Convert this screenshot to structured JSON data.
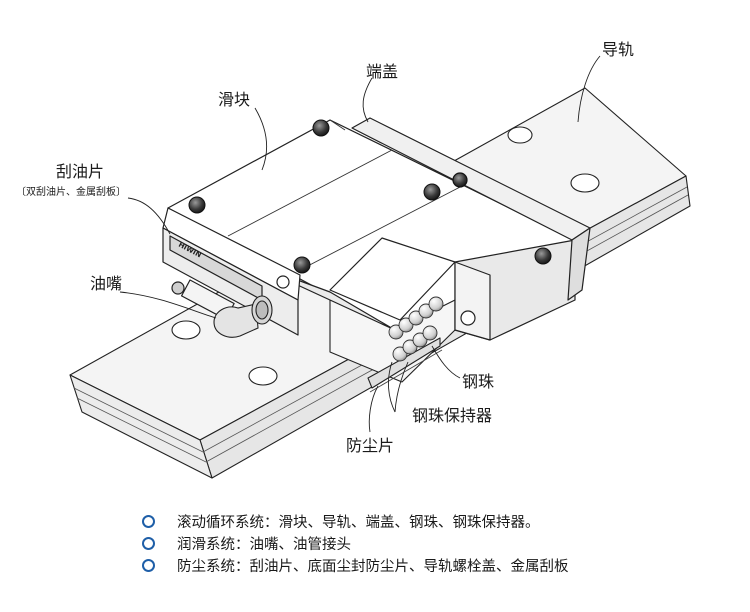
{
  "labels": {
    "slider": "滑块",
    "end_cap": "端盖",
    "rail": "导轨",
    "scraper": "刮油片",
    "scraper_note": "〔双刮油片、金属刮板〕",
    "nipple": "油嘴",
    "balls": "钢珠",
    "retainer": "钢珠保持器",
    "seal": "防尘片",
    "brand": "HIWIN"
  },
  "legend": [
    {
      "text": "滚动循环系统：滑块、导轨、端盖、钢珠、钢珠保持器。"
    },
    {
      "text": "润滑系统：油嘴、油管接头"
    },
    {
      "text": "防尘系统：刮油片、底面尘封防尘片、导轨螺栓盖、金属刮板"
    }
  ],
  "colors": {
    "line": "#222222",
    "face_light": "#ffffff",
    "face_mid": "#f1f1f1",
    "face_dark": "#dcdcdc",
    "bullet": "#1f5fa8"
  }
}
